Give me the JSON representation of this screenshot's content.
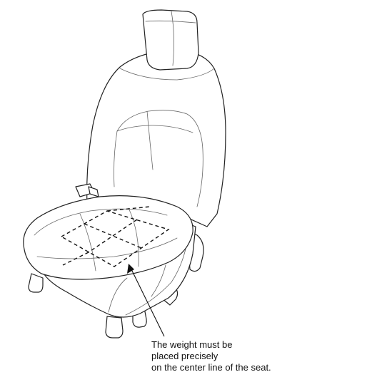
{
  "diagram": {
    "subject": "seat-icon",
    "callout": {
      "lines": [
        "The weight must be",
        "placed precisely",
        "on the center line of the seat."
      ]
    }
  }
}
